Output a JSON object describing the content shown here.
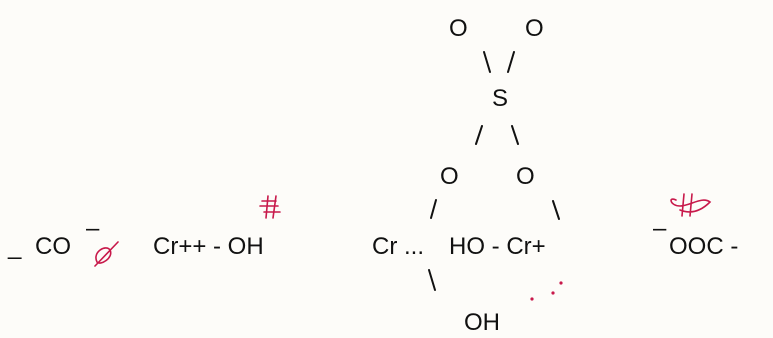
{
  "diagram": {
    "sulfate": {
      "oxygen_top_left": "O",
      "oxygen_top_right": "O",
      "sulfur": "S",
      "oxygen_bottom_left": "O",
      "oxygen_bottom_right": "O"
    },
    "bottom_row": {
      "carbonate_prefix": "_",
      "carbonate": "CO",
      "carbonate_charge": "–",
      "chromium_hydroxide": "Cr++ - OH",
      "chromium_left": "Cr ...",
      "hydroxo_chromium": "HO - Cr+",
      "carboxylate_charge": "–",
      "carboxylate": "OOC -",
      "bridging_hydroxide": "OH"
    },
    "colors": {
      "ink": "#111111",
      "annotation": "#c8194b",
      "paper": "#fdfcf9"
    }
  }
}
